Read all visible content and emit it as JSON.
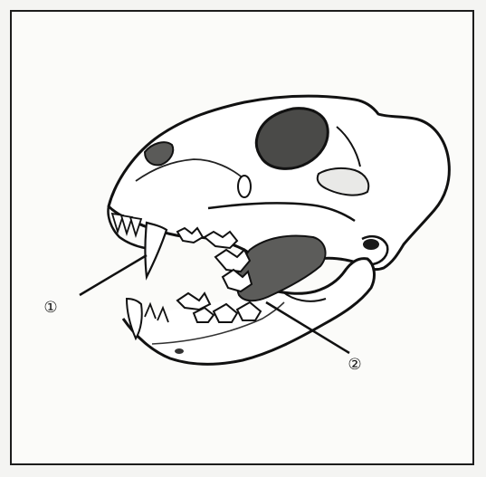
{
  "diagram": {
    "labels": [
      {
        "id": "1",
        "text": "①"
      },
      {
        "id": "2",
        "text": "②"
      }
    ]
  }
}
